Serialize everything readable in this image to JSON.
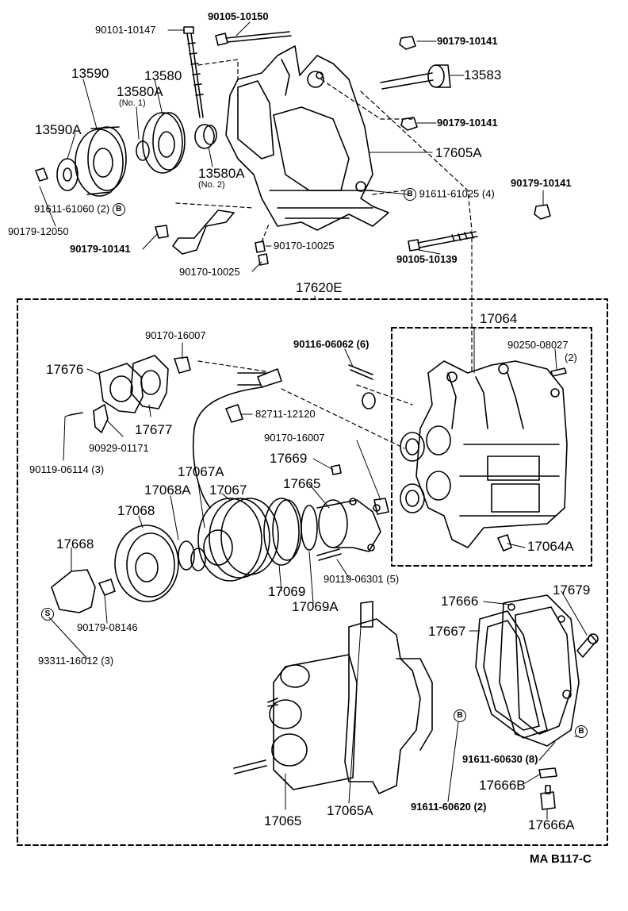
{
  "callouts": {
    "p90105_10150": "90105-10150",
    "p90101_10147": "90101-10147",
    "p90179_10141_a": "90179-10141",
    "p13583": "13583",
    "p13590": "13590",
    "p13580": "13580",
    "p13580a": "13580A",
    "no1": "(No. 1)",
    "p90179_10141_b": "90179-10141",
    "p13590a": "13590A",
    "p17605a": "17605A",
    "p13580a_2": "13580A",
    "no2": "(No. 2)",
    "p91611_61025": "91611-61025 (4)",
    "p90179_10141_c": "90179-10141",
    "p91611_61060": "91611-61060 (2)",
    "p90179_12050": "90179-12050",
    "p90179_10141_d": "90179-10141",
    "p90170_10025_a": "90170-10025",
    "p90105_10139": "90105-10139",
    "p90170_10025_b": "90170-10025",
    "p17620e": "17620E",
    "p17064": "17064",
    "p90170_16007_a": "90170-16007",
    "p90116_06062": "90116-06062 (6)",
    "p90250_08027": "90250-08027",
    "p90250_qty": "(2)",
    "p17676": "17676",
    "p17677": "17677",
    "p82711_12120": "82711-12120",
    "p90119_06114": "90119-06114 (3)",
    "p90929_01171": "90929-01171",
    "p90170_16007_b": "90170-16007",
    "p17669": "17669",
    "p17067a": "17067A",
    "p17068a": "17068A",
    "p17067": "17067",
    "p17665": "17665",
    "p17068": "17068",
    "p17668": "17668",
    "p17064a": "17064A",
    "p90119_06301": "90119-06301 (5)",
    "p17069": "17069",
    "p17069a": "17069A",
    "p90179_08146": "90179-08146",
    "p17666": "17666",
    "p17679": "17679",
    "p17667": "17667",
    "p93311_16012": "93311-16012 (3)",
    "p91611_60630": "91611-60630 (8)",
    "p17666b": "17666B",
    "p91611_60620": "91611-60620 (2)",
    "p17065": "17065",
    "p17065a": "17065A",
    "p17666a": "17666A"
  },
  "markers": {
    "b": "B",
    "s": "S"
  },
  "footer": {
    "code": "MA B117-C"
  }
}
